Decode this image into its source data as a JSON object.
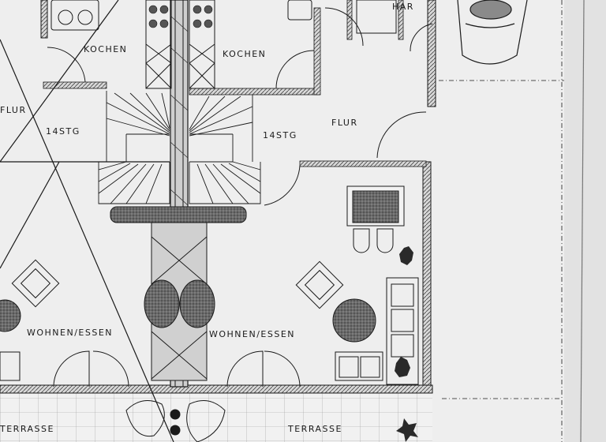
{
  "plan": {
    "labels": {
      "kitchen_left": "KOCHEN",
      "kitchen_right": "KOCHEN",
      "har": "HAR",
      "hall_left": "FLUR",
      "hall_right": "FLUR",
      "stairs_left": "14STG",
      "stairs_right": "14STG",
      "living_left": "WOHNEN/ESSEN",
      "living_right": "WOHNEN/ESSEN",
      "terrace_left": "TERRASSE",
      "terrace_right": "TERRASSE"
    },
    "colors": {
      "paper": "#efefef",
      "ink": "#1a1a1a",
      "hatch": "#555555"
    },
    "icons": [
      "car-icon",
      "armchair-icon",
      "sofa-icon",
      "round-table-icon",
      "plant-icon",
      "stove-icon",
      "staircase-icon",
      "sink-icon"
    ]
  }
}
